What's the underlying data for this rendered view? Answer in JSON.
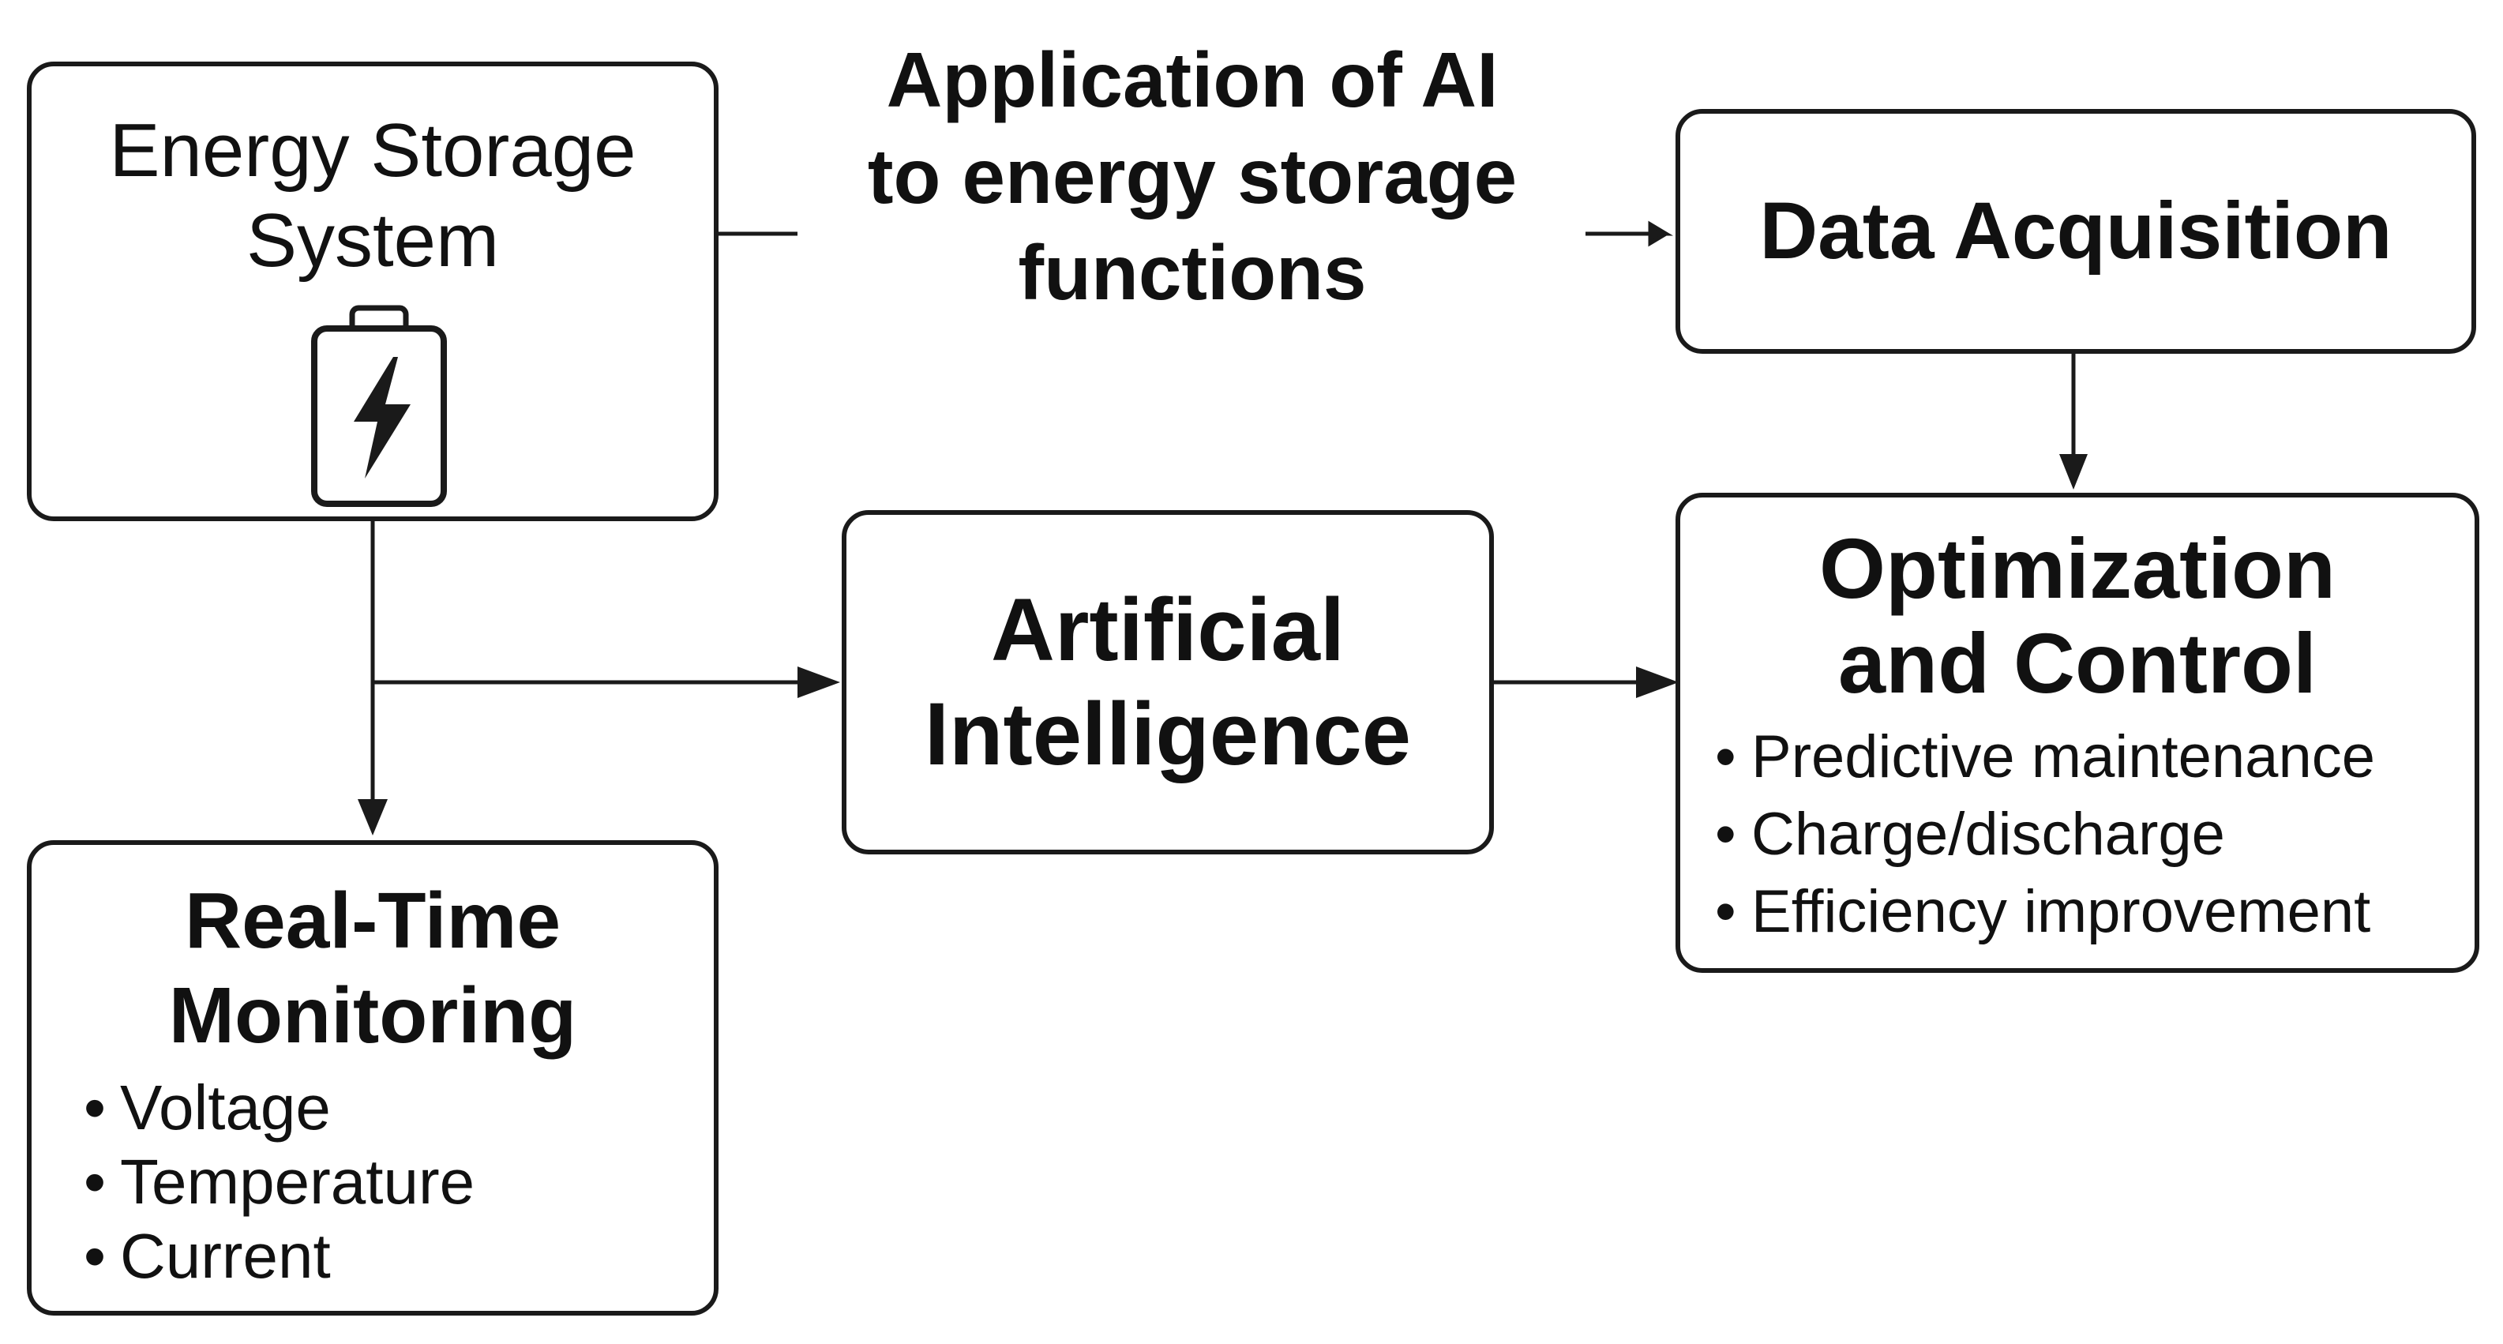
{
  "diagram": {
    "title_lines": [
      "Application of AI",
      "to energy storage",
      "functions"
    ],
    "energy_storage": {
      "title_lines": [
        "Energy Storage",
        "System"
      ],
      "icon": "battery-lightning-icon"
    },
    "data_acquisition": {
      "title": "Data Acquisition"
    },
    "artificial_intelligence": {
      "title_lines": [
        "Artificial",
        "Intelligence"
      ]
    },
    "optimization_control": {
      "title_lines": [
        "Optimization",
        "and Control"
      ],
      "items": [
        "Predictive maintenance",
        "Charge/discharge",
        "Efficiency improvement"
      ]
    },
    "real_time_monitoring": {
      "title_lines": [
        "Real-Time",
        "Monitoring"
      ],
      "items": [
        "Voltage",
        "Temperature",
        "Current"
      ]
    },
    "colors": {
      "stroke": "#1a1a1a",
      "text": "#111111",
      "background": "#ffffff"
    }
  }
}
